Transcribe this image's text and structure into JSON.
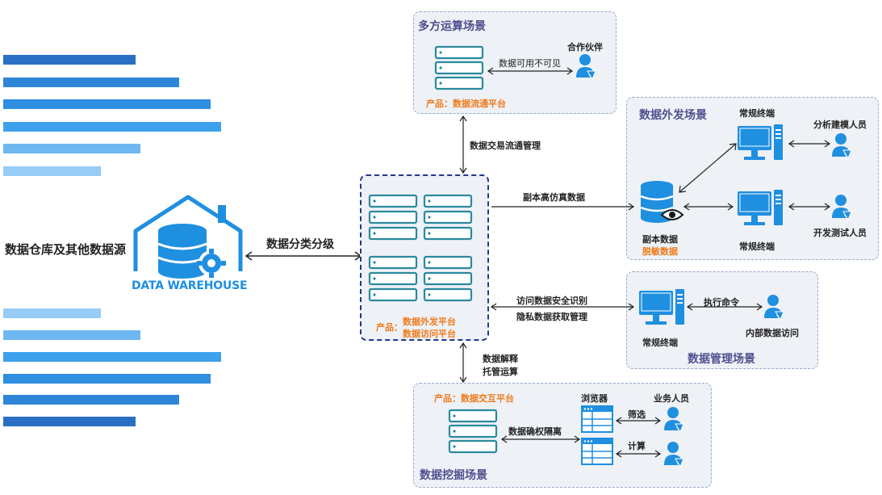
{
  "colors": {
    "bars_top": [
      "#2a6fc4",
      "#2e86d8",
      "#2f8ee0",
      "#3ea1ec",
      "#6db8f0",
      "#96ccf6"
    ],
    "bars_bottom": [
      "#96ccf6",
      "#6db8f0",
      "#3ea1ec",
      "#2f8ee0",
      "#2e86d8",
      "#2a6fc4"
    ],
    "accent_blue": "#1f8fe0",
    "product_orange": "#f07a1a",
    "panel_title": "#4f4f8f",
    "center_border": "#23398c"
  },
  "bars": {
    "top_lengths": [
      0.6,
      0.8,
      0.94,
      0.98,
      0.62,
      0.44
    ],
    "bottom_lengths": [
      0.44,
      0.62,
      0.98,
      0.94,
      0.8,
      0.6
    ]
  },
  "source": {
    "label": "数据仓库及其他数据源",
    "warehouse_text": "DATA WAREHOUSE",
    "warehouse_icon": "house-database-gear-icon"
  },
  "main_link": {
    "label": "数据分类分级"
  },
  "center": {
    "product_prefix": "产品：",
    "product_line1": "数据外发平台",
    "product_line2": "数据访问平台",
    "icon": "server-rack-icon"
  },
  "mpc": {
    "title": "多方运算场景",
    "partner": "合作伙伴",
    "link": "数据可用不可见",
    "product": "产品：数据流通平台",
    "vertical_link": "数据交易流通管理"
  },
  "outbound": {
    "title": "数据外发场景",
    "terminal_top": "常规终端",
    "terminal_bottom": "常规终端",
    "analyst": "分析建模人员",
    "tester": "开发测试人员",
    "replica": "副本数据",
    "masked": "脱敏数据",
    "link": "副本高仿真数据"
  },
  "mgmt": {
    "title": "数据管理场景",
    "terminal": "常规终端",
    "command": "执行命令",
    "internal": "内部数据访问",
    "link_line1": "访问数据安全识别",
    "link_line2": "隐私数据获取管理"
  },
  "mining": {
    "title": "数据挖掘场景",
    "product": "产品：数据交互平台",
    "browser": "浏览器",
    "business": "业务人员",
    "filter": "筛选",
    "compute": "计算",
    "isolation": "数据确权隔离",
    "vertical_line1": "数据解释",
    "vertical_line2": "托管运算"
  }
}
